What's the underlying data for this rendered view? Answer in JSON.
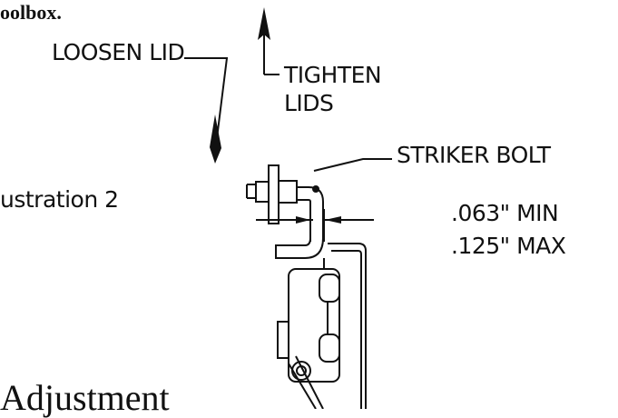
{
  "header_text": "oolbox.",
  "labels": {
    "loosen_lid": "LOOSEN LID",
    "tighten_lids_line1": "TIGHTEN",
    "tighten_lids_line2": "LIDS",
    "striker_bolt": "STRIKER BOLT",
    "illustration": "ustration 2",
    "gap_min": ".063\" MIN",
    "gap_max": ".125\" MAX"
  },
  "section_heading": "Adjustment"
}
